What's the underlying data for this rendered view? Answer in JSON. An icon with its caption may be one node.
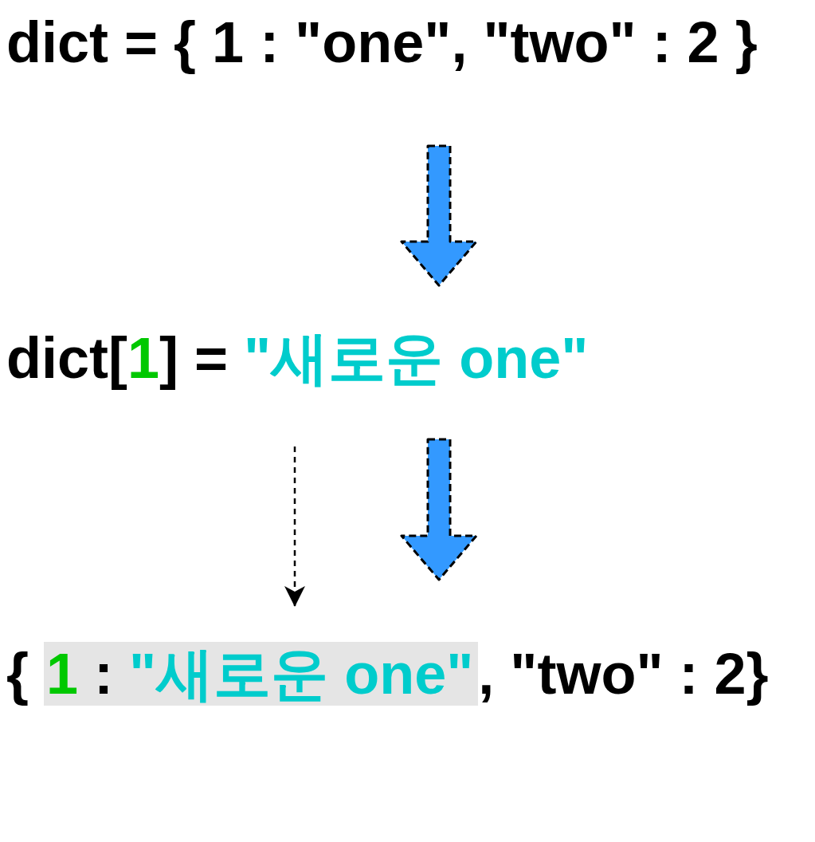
{
  "diagram": {
    "nodes": [
      {
        "text": [
          "dict = { 1 : \"one\", \"two\" : 2 }"
        ]
      },
      {
        "text": [
          "dict[",
          "1",
          "] =",
          "\"새로운 one\""
        ]
      },
      {
        "text": [
          "{",
          ", \"two\" : 2}"
        ]
      },
      {
        "text": [
          "1",
          ":",
          "\"새로운 one\""
        ],
        "in": 2
      }
    ],
    "edges": [
      {
        "from": 0,
        "to": 1,
        "arrow": "to",
        "style": "thick",
        "color": "#3399ff"
      },
      {
        "from": 1,
        "to": 2,
        "arrow": "to",
        "style": "thick",
        "color": "#3399ff"
      },
      {
        "from": 1,
        "to": 3,
        "arrow": "to",
        "style": "dashed"
      }
    ]
  }
}
